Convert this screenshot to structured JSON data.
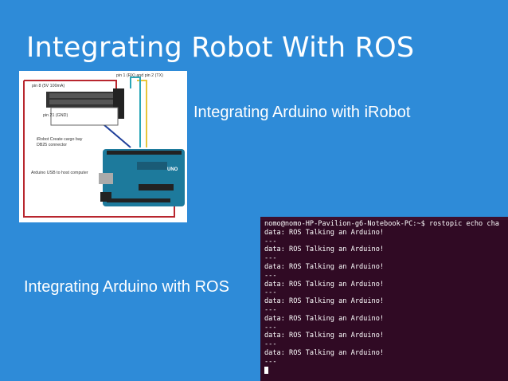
{
  "slide": {
    "title": "Integrating Robot With ROS",
    "subtitle_irobot": "Integrating Arduino with iRobot",
    "subtitle_ros": "Integrating Arduino with ROS"
  },
  "diagram": {
    "labels": {
      "pin_rx_tx": "pin 1 (RX) and pin 2 (TX)",
      "pin8": "pin 8 (5V 100mA)",
      "pin21": "pin 21 (GND)",
      "cargo_bay": "iRobot Create cargo bay",
      "db25": "DB25 connector",
      "usb": "Arduino USB to host computer",
      "board": "UNO"
    },
    "wire_colors": {
      "red": "#b8262e",
      "blue": "#1f3f9a",
      "yellow": "#e8c63a",
      "teal": "#2aa6b8"
    }
  },
  "terminal": {
    "lines": [
      "nomo@nomo-HP-Pavilion-g6-Notebook-PC:~$ rostopic echo cha",
      "data: ROS Talking an Arduino!",
      "---",
      "data: ROS Talking an Arduino!",
      "---",
      "data: ROS Talking an Arduino!",
      "---",
      "data: ROS Talking an Arduino!",
      "---",
      "data: ROS Talking an Arduino!",
      "---",
      "data: ROS Talking an Arduino!",
      "---",
      "data: ROS Talking an Arduino!",
      "---",
      "data: ROS Talking an Arduino!",
      "---"
    ]
  }
}
